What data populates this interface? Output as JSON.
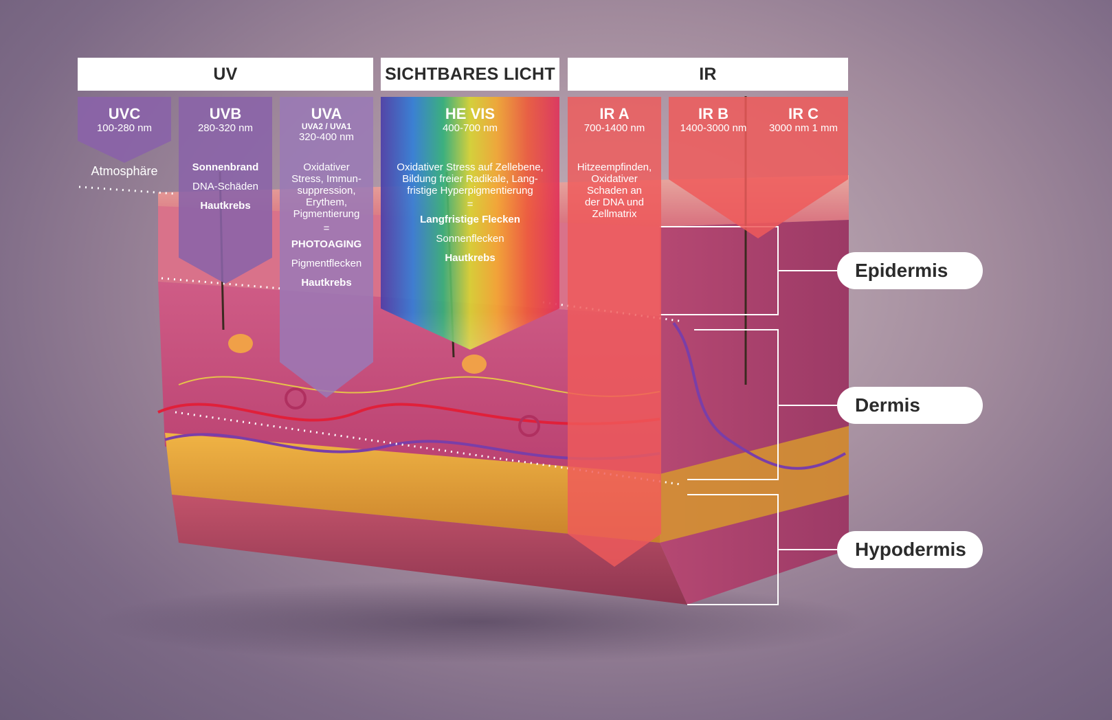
{
  "categories": {
    "uv": "UV",
    "visible": "SICHTBARES LICHT",
    "ir": "IR"
  },
  "bands": {
    "uvc": {
      "name": "UVC",
      "range": "100-280 nm",
      "color": "#8a63a8"
    },
    "uvb": {
      "name": "UVB",
      "range": "280-320 nm",
      "color": "#8a63a8",
      "effects": [
        "Sonnenbrand",
        "DNA-Schäden",
        "Hautkrebs"
      ]
    },
    "uva": {
      "name": "UVA",
      "subrange": "UVA2 / UVA1",
      "range": "320-400 nm",
      "color": "#9a79b6",
      "effects_text": [
        "Oxidativer",
        "Stress, Immun-",
        "suppression,",
        "Erythem,",
        "Pigmentierung"
      ],
      "equals": "=",
      "result": "PHOTOAGING",
      "outcomes": [
        "Pigmentflecken",
        "Hautkrebs"
      ]
    },
    "hevis": {
      "name": "HE VIS",
      "range": "400-700 nm",
      "effects_text": [
        "Oxidativer Stress auf Zellebene,",
        "Bildung freier Radikale, Lang-",
        "fristige Hyperpigmentierung"
      ],
      "equals": "=",
      "result": "Langfristige Flecken",
      "outcomes": [
        "Sonnenflecken",
        "Hautkrebs"
      ]
    },
    "ira": {
      "name": "IR A",
      "range": "700-1400 nm",
      "color": "#ef5a5a",
      "effects_text": [
        "Hitzeempfinden,",
        "Oxidativer",
        "Schaden an",
        "der DNA und",
        "Zellmatrix"
      ]
    },
    "irb": {
      "name": "IR B",
      "range": "1400-3000 nm",
      "color": "#ef5a5a"
    },
    "irc": {
      "name": "IR C",
      "range": "3000 nm 1 mm",
      "color": "#ef5a5a"
    }
  },
  "atmosphere_label": "Atmosphäre",
  "layers": {
    "epidermis": "Epidermis",
    "dermis": "Dermis",
    "hypodermis": "Hypodermis"
  },
  "colors": {
    "uv_purple": "#8a63a8",
    "ir_red": "#ef5a5a",
    "skin_pink": "#c94b78",
    "fat_yellow": "#e0a23a"
  }
}
